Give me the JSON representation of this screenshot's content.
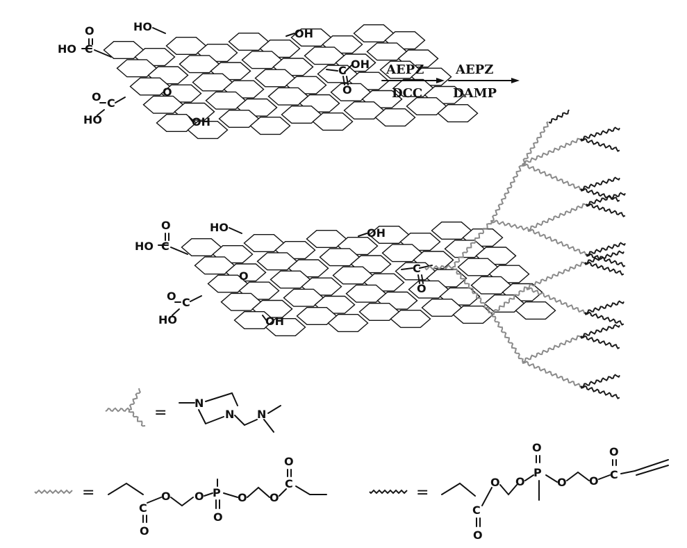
{
  "graphene_top": {
    "hydroxyl": "OH",
    "hydroxyl_left": "HO",
    "carboxyl_oh": "OH",
    "carboxyl_ho": "HO",
    "carbon": "C",
    "oxygen": "O"
  },
  "reaction": {
    "step1_above": "AEPZ",
    "step1_below": "DCC",
    "step2_above": "AEPZ",
    "step2_below": "DAMP"
  },
  "graphene_bottom": {
    "hydroxyl": "OH",
    "hydroxyl_left": "HO",
    "carboxyl_ho": "HO",
    "carbon": "C",
    "oxygen": "O"
  },
  "legend": {
    "equals": "=",
    "branch_atom_n": "N",
    "chain_oxygen": "O",
    "chain_phosphorus": "P",
    "chain_carbon": "C"
  },
  "colors": {
    "ink": "#111111",
    "dendrimer_inner": "#8a8a8a",
    "dendrimer_outer": "#1a1a1a"
  }
}
